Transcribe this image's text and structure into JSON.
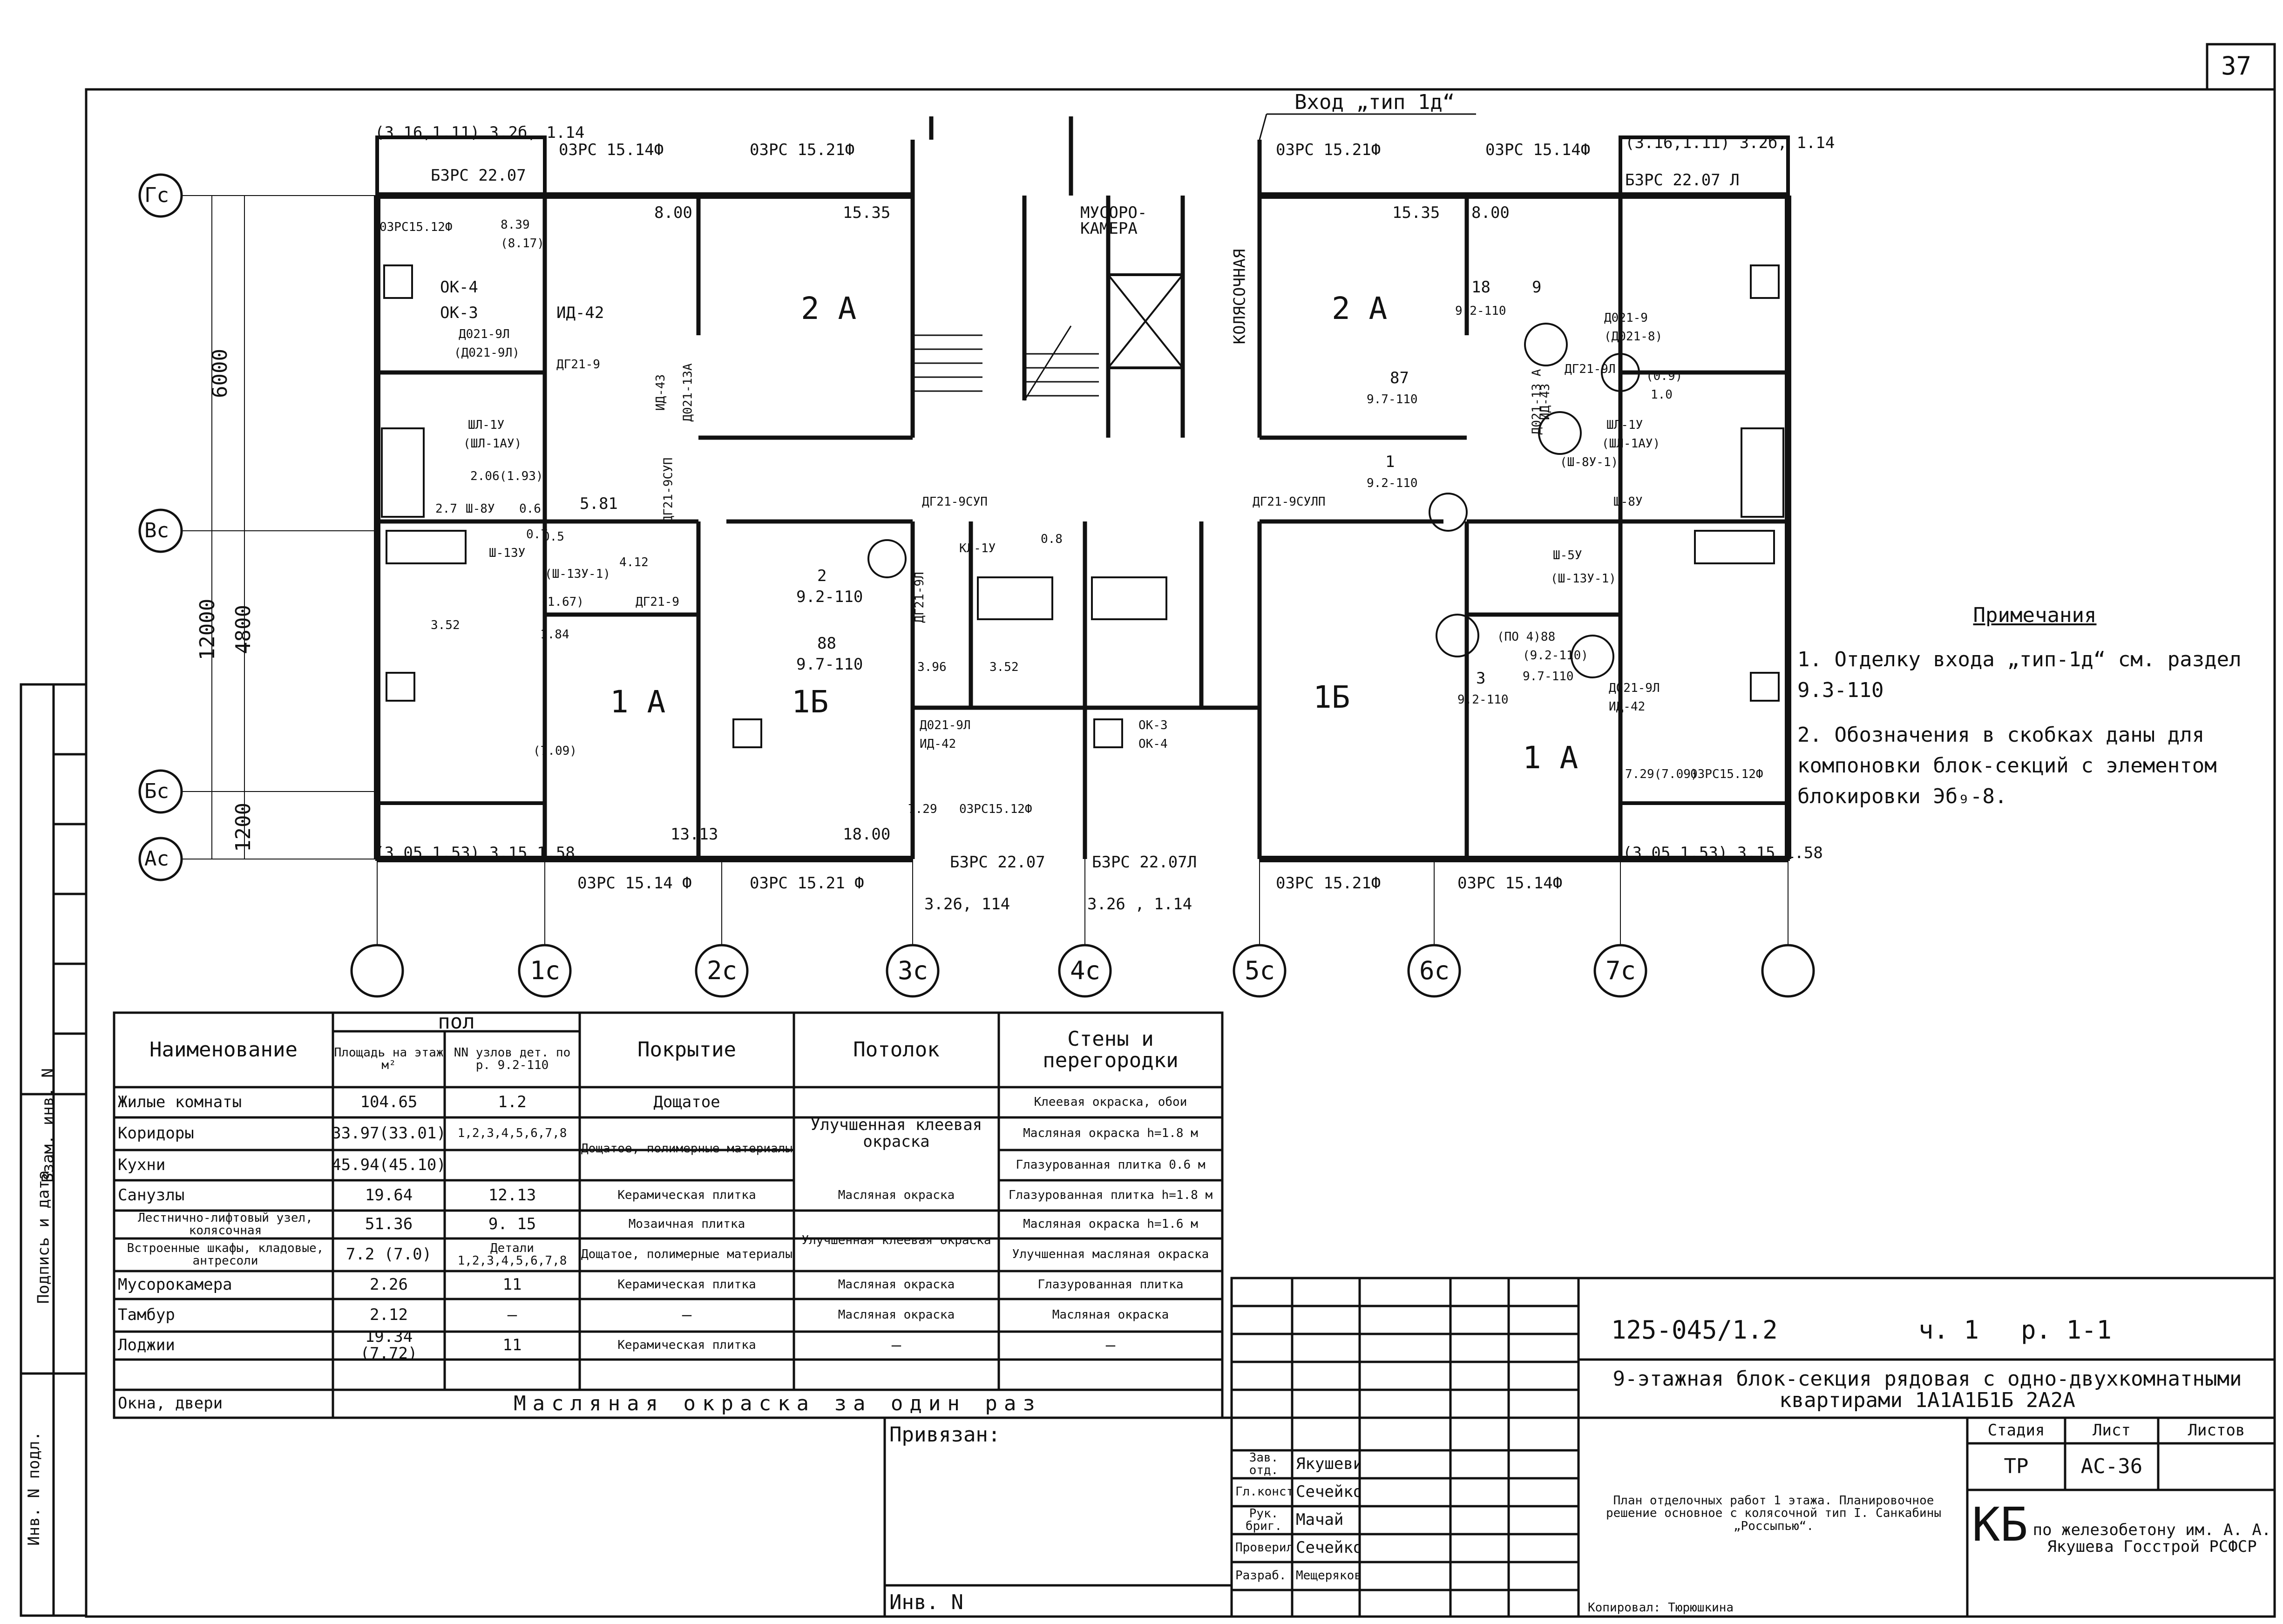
{
  "sheet": {
    "number": "37"
  },
  "entrance_label": "Вход „тип 1д“",
  "axes": {
    "rows": [
      "Гс",
      "Вс",
      "Бс",
      "Ас"
    ],
    "cols": [
      "1с",
      "2с",
      "3с",
      "4с",
      "5с",
      "6с",
      "7с"
    ],
    "dims": [
      "6000",
      "12000",
      "4800",
      "1200"
    ]
  },
  "windows": {
    "top": [
      "(3.16,1.11) 3.2б, 1.14",
      "03РС 15.14Ф",
      "03РС 15.21Ф",
      "03РС 15.21Ф",
      "03РС 15.14Ф",
      "(3.16,1.11) 3.2б, 1.14"
    ],
    "top_balcony": [
      "Б3РС 22.07",
      "Б3РС 22.07 Л"
    ],
    "bottom": [
      "(3.05,1.53) 3.15,1.58",
      "03РС 15.14 Ф",
      "03РС 15.21 Ф",
      "Б3РС 22.07",
      "Б3РС 22.07Л",
      "03РС 15.21Ф",
      "03РС 15.14Ф",
      "(3.05,1.53) 3.15,1.58"
    ],
    "bottom_small": [
      "3.26, 114",
      "3.26 , 1.14"
    ]
  },
  "rooms": {
    "r2a_l": "2 А",
    "r2a_r": "2 А",
    "r1a_l": "1 А",
    "r1b_l": "1Б",
    "r1b_r": "1Б",
    "r1a_r": "1 А",
    "chute": "МУСОРО-КАМЕРА",
    "stroller": "КОЛЯСОЧНАЯ"
  },
  "plan_labels": [
    "03РС15.12Ф",
    "8.39",
    "(8.17)",
    "ОК-4",
    "ОК-3",
    "Д021-9Л",
    "(Д021-9Л)",
    "ИД-42",
    "ДГ21-9",
    "8.00",
    "15.35",
    "ИД-43",
    "Д021-13А",
    "ДГ21-9СУП",
    "5.81",
    "2.06(1.93)",
    "ШЛ-1У",
    "(ШЛ-1АУ)",
    "Ш-8У",
    "0.6",
    "2.7",
    "ДГ21-9СУП",
    "ДГ21-9Л",
    "КЛ-1У",
    "0.8",
    "3.96",
    "3.52",
    "2",
    "9.2-110",
    "88",
    "9.7-110",
    "Д021-9Л",
    "ИД-42",
    "ОК-3",
    "ОК-4",
    "7.29",
    "03РС15.12Ф",
    "18.00",
    "13.13",
    "ДГ21-9",
    "4.12",
    "Ш-13У",
    "(Ш-13У-1)",
    "(1.67)",
    "1.84",
    "(7.09)",
    "3.52",
    "0.7",
    "0.5",
    "8.00",
    "15.35",
    "18",
    "9",
    "9.2-110",
    "87",
    "9.7-110",
    "1",
    "9.2-110",
    "Д021-13 А",
    "ИД-43",
    "ДГ21-9Л",
    "(ПО 4)88",
    "(9.2-110)",
    "9.7-110",
    "3",
    "9.2-110",
    "Д021-9Л",
    "ИД-42",
    "7.29(7.09)",
    "03РС15.12Ф",
    "Д021-9",
    "(Д021-8)",
    "(0.9)",
    "1.0",
    "ШЛ-1У",
    "(ШЛ-1АУ)",
    "(Ш-8У-1)",
    "Ш-8У",
    "ДГ21-9СУЛП",
    "Ш-5У",
    "(Ш-13У-1)"
  ],
  "notes": {
    "title": "Примечания",
    "items": [
      "1. Отделку входа „тип-1д“ см. раздел 9.3-110",
      "2. Обозначения в скобках даны для компоновки блок-секций с элементом блокировки Эб₉-8."
    ]
  },
  "table": {
    "headers": {
      "name": "Наименование",
      "floor": "пол",
      "area": "Площадь на этаж м²",
      "nodes": "NN узлов дет. по р. 9.2-110",
      "cover": "Покрытие",
      "ceiling": "Потолок",
      "walls": "Стены и перегородки"
    },
    "rows": [
      {
        "name": "Жилые комнаты",
        "area": "104.65",
        "nodes": "1.2",
        "cover": "Дощатое",
        "walls": "Клеевая окраска, обои"
      },
      {
        "name": "Коридоры",
        "area": "33.97(33.01)",
        "nodes": "1,2,3,4,5,6,7,8",
        "cover": "Дощатое, полимерные материалы",
        "walls": "Масляная окраска h=1.8 м"
      },
      {
        "name": "Кухни",
        "area": "45.94(45.10)",
        "nodes": "",
        "cover": "",
        "walls": "Глазурованная плитка 0.6 м"
      },
      {
        "name": "Санузлы",
        "area": "19.64",
        "nodes": "12.13",
        "cover": "Керамическая плитка",
        "walls": "Глазурованная плитка h=1.8 м"
      },
      {
        "name": "Лестнично-лифтовый узел, колясочная",
        "area": "51.36",
        "nodes": "9. 15",
        "cover": "Мозаичная плитка",
        "walls": "Масляная окраска h=1.6 м"
      },
      {
        "name": "Встроенные шкафы, кладовые, антресоли",
        "area": "7.2 (7.0)",
        "nodes": "Детали 1,2,3,4,5,6,7,8",
        "cover": "Дощатое, полимерные материалы",
        "walls": "Улучшенная масляная окраска"
      },
      {
        "name": "Мусорокамера",
        "area": "2.26",
        "nodes": "11",
        "cover": "Керамическая плитка",
        "walls": "Глазурованная плитка"
      },
      {
        "name": "Тамбур",
        "area": "2.12",
        "nodes": "—",
        "cover": "—",
        "walls": "Масляная окраска"
      },
      {
        "name": "Лоджии",
        "area": "19.34 (7.72)",
        "nodes": "11",
        "cover": "Керамическая плитка",
        "walls": "—"
      }
    ],
    "ceilings": [
      "Улучшенная клеевая окраска",
      "Масляная окраска",
      "Улучшенная клеевая окраска",
      "Масляная окраска",
      "Масляная окраска",
      "—"
    ],
    "last_row": {
      "name": "Окна, двери",
      "value": "Масляная окраска за один раз"
    }
  },
  "title_block": {
    "code": "125-045/1.2",
    "part": "ч. 1",
    "section": "р. 1-1",
    "title": "9-этажная блок-секция рядовая с одно-двухкомнатными квартирами 1А1А1Б1Б 2А2А",
    "stage_h": "Стадия",
    "sheet_h": "Лист",
    "sheets_h": "Листов",
    "stage": "ТР",
    "sheet": "АС-36",
    "bound": "Привязан:",
    "inv": "Инв. N",
    "roles": [
      "Зав. отд.",
      "Гл.констр.пр.",
      "Рук. бриг.",
      "Проверил",
      "Разраб."
    ],
    "names": [
      "Якушевич",
      "Сечейко",
      "Мачай",
      "Сечейко",
      "Мещерякова"
    ],
    "description": "План отделочных работ 1 этажа. Планировочное решение основное с колясочной тип I. Санкабины „Россыпью“.",
    "org_abbr": "КБ",
    "org": "по железобетону им. А. А. Якушева Госстрой РСФСР",
    "copier": "Копировал: Тюрюшкина"
  },
  "side_stamp": [
    "Инв. N подл.",
    "Подпись и дата",
    "Взам. инв. N"
  ]
}
